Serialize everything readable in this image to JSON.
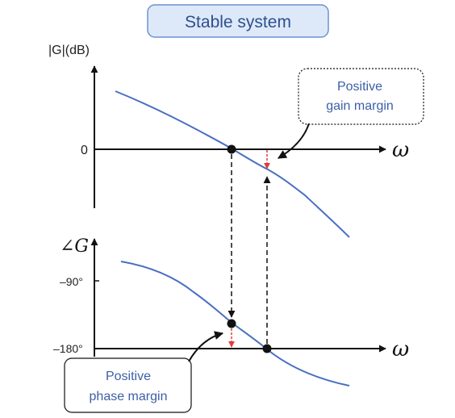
{
  "title": "Stable system",
  "magnitude_plot": {
    "y_axis_label": "|G|(dB)",
    "zero_tick": "0",
    "x_axis_label": "ω"
  },
  "phase_plot": {
    "y_axis_label": "∠G",
    "tick_minus_90": "–90°",
    "tick_minus_180": "–180°",
    "x_axis_label": "ω"
  },
  "callouts": {
    "gain_margin": {
      "line1": "Positive",
      "line2": "gain margin"
    },
    "phase_margin": {
      "line1": "Positive",
      "line2": "phase margin"
    }
  },
  "colors": {
    "curve": "#4a6fc3",
    "margin_arrow": "#e23b3b",
    "title_fill": "#dde9f8",
    "title_stroke": "#6b93cf",
    "text_blue": "#3c5fa6",
    "axis": "#111111"
  }
}
